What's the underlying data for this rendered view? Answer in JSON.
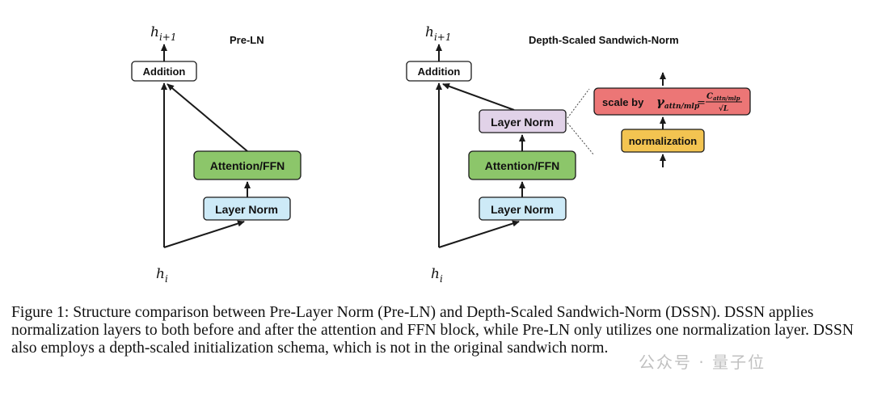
{
  "colors": {
    "addition_fill": "#ffffff",
    "attention_fill": "#8cc66a",
    "layernorm_fill": "#cdeaf7",
    "layernorm_post_fill": "#e1d2e8",
    "scale_fill": "#ec7676",
    "normalization_fill": "#f3c451",
    "stroke": "#1a1a1a"
  },
  "left": {
    "title": "Pre-LN",
    "output_label": "h",
    "output_sub": "i+1",
    "input_label": "h",
    "input_sub": "i",
    "addition": "Addition",
    "attention": "Attention/FFN",
    "layernorm": "Layer Norm"
  },
  "right": {
    "title": "Depth-Scaled Sandwich-Norm",
    "output_label": "h",
    "output_sub": "i+1",
    "input_label": "h",
    "input_sub": "i",
    "addition": "Addition",
    "layernorm_post": "Layer Norm",
    "attention": "Attention/FFN",
    "layernorm": "Layer Norm"
  },
  "zoom": {
    "scale_prefix": "scale by ",
    "gamma": "γ",
    "gamma_sub": "attn/mlp",
    "equals": "=",
    "frac_num": "C",
    "frac_num_sub": "attn/mlp",
    "frac_den": "√L",
    "normalization": "normalization"
  },
  "caption": "Figure 1: Structure comparison between Pre-Layer Norm (Pre-LN) and Depth-Scaled Sandwich-Norm (DSSN). DSSN applies normalization layers to both before and after the attention and FFN block, while Pre-LN only utilizes one normalization layer. DSSN also employs a depth-scaled initialization schema, which is not in the original sandwich norm.",
  "watermark": "公众号 · 量子位"
}
